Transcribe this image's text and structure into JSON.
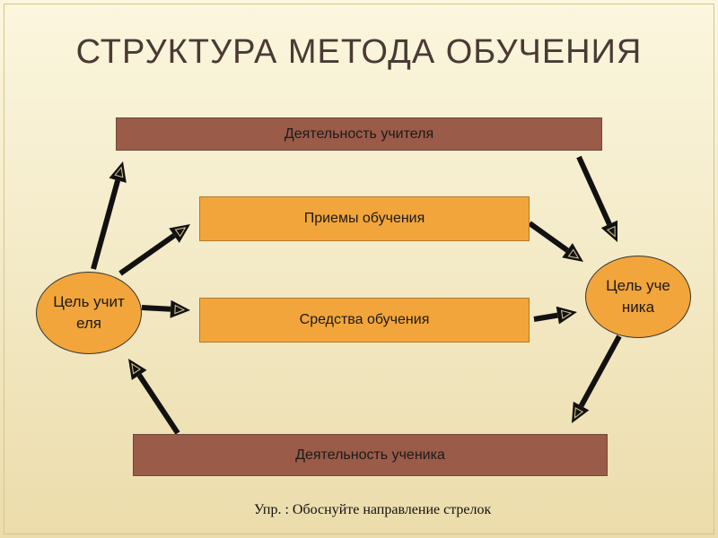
{
  "title": "СТРУКТУРА МЕТОДА ОБУЧЕНИЯ",
  "nodes": {
    "teacher_activity": "Деятельность учителя",
    "techniques": "Приемы обучения",
    "means": "Средства обучения",
    "student_activity": "Деятельность ученика",
    "teacher_goal": "Цель учителя",
    "student_goal": "Цель ученика"
  },
  "note": "Упр. : Обоснуйте направление стрелок",
  "colors": {
    "background": "#f4ebc9",
    "title": "#4a3a33",
    "activity_box": "#9a5b48",
    "method_box": "#f2a53a",
    "goal_circle": "#f2a53a",
    "arrow": "#111111"
  },
  "edges": [
    {
      "from": "teacher_goal",
      "to": "teacher_activity"
    },
    {
      "from": "teacher_goal",
      "to": "techniques"
    },
    {
      "from": "teacher_goal",
      "to": "means"
    },
    {
      "from": "teacher_activity",
      "to": "student_goal"
    },
    {
      "from": "techniques",
      "to": "student_goal"
    },
    {
      "from": "means",
      "to": "student_goal"
    },
    {
      "from": "student_goal",
      "to": "student_activity"
    },
    {
      "from": "student_activity",
      "to": "teacher_goal"
    }
  ]
}
